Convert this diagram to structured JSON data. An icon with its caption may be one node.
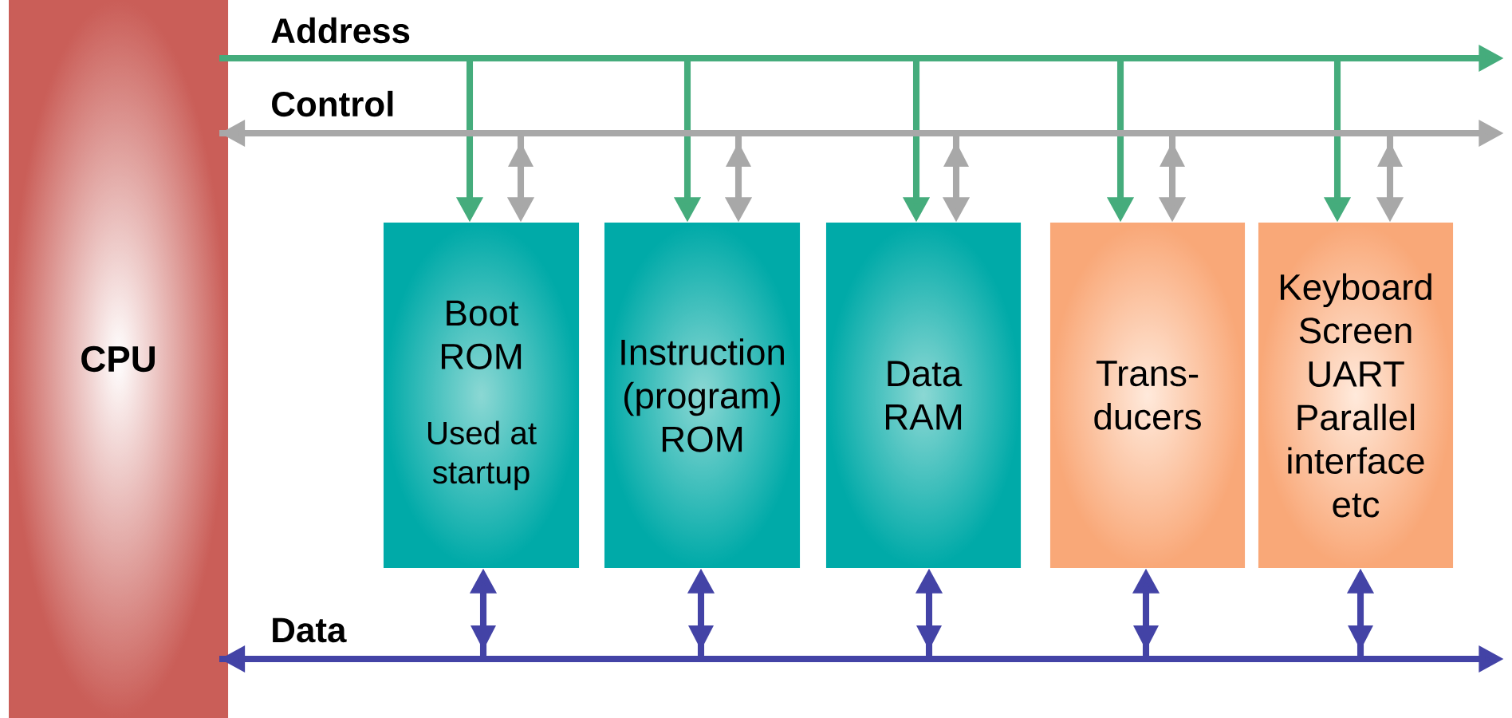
{
  "diagram": {
    "nodes": [
      {
        "text": [
          "CPU"
        ]
      },
      {
        "text": [
          "Boot ROM",
          "Used at startup"
        ]
      },
      {
        "text": [
          "Instruction (program) ROM"
        ]
      },
      {
        "text": [
          "Data RAM"
        ]
      },
      {
        "text": [
          "Trans- ducers"
        ]
      },
      {
        "text": [
          "Keyboard Screen UART Parallel interface etc"
        ]
      }
    ],
    "edges": [
      {
        "from": 0,
        "to": null,
        "arrow": "to",
        "label": "Address",
        "color": "#45ac7c"
      },
      {
        "from": 0,
        "to": 1,
        "arrow": "to",
        "color": "#45ac7c"
      },
      {
        "from": 0,
        "to": 2,
        "arrow": "to",
        "color": "#45ac7c"
      },
      {
        "from": 0,
        "to": 3,
        "arrow": "to",
        "color": "#45ac7c"
      },
      {
        "from": 0,
        "to": 4,
        "arrow": "to",
        "color": "#45ac7c"
      },
      {
        "from": 0,
        "to": 5,
        "arrow": "to",
        "color": "#45ac7c"
      },
      {
        "from": 0,
        "to": null,
        "arrow": "both",
        "label": "Control",
        "color": "#a8a8a8"
      },
      {
        "from": 0,
        "to": 1,
        "arrow": "both",
        "color": "#a8a8a8"
      },
      {
        "from": 0,
        "to": 2,
        "arrow": "both",
        "color": "#a8a8a8"
      },
      {
        "from": 0,
        "to": 3,
        "arrow": "both",
        "color": "#a8a8a8"
      },
      {
        "from": 0,
        "to": 4,
        "arrow": "both",
        "color": "#a8a8a8"
      },
      {
        "from": 0,
        "to": 5,
        "arrow": "both",
        "color": "#a8a8a8"
      },
      {
        "from": 0,
        "to": null,
        "arrow": "both",
        "label": "Data",
        "color": "#4343a6"
      },
      {
        "from": 0,
        "to": 1,
        "arrow": "both",
        "color": "#4343a6"
      },
      {
        "from": 0,
        "to": 2,
        "arrow": "both",
        "color": "#4343a6"
      },
      {
        "from": 0,
        "to": 3,
        "arrow": "both",
        "color": "#4343a6"
      },
      {
        "from": 0,
        "to": 4,
        "arrow": "both",
        "color": "#4343a6"
      },
      {
        "from": 0,
        "to": 5,
        "arrow": "both",
        "color": "#4343a6"
      }
    ]
  }
}
